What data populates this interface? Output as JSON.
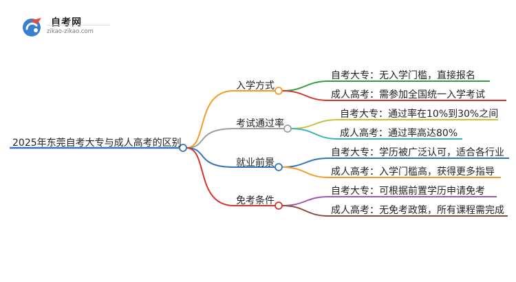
{
  "logo": {
    "title": "自考网",
    "url": "zikao-zikao.com"
  },
  "root": {
    "label": "2025年东莞自考大专与成人高考的区别"
  },
  "branches": [
    {
      "label": "入学方式",
      "color": "#f59a23",
      "children": [
        {
          "label": "自考大专：无入学门槛，直接报名",
          "color": "#2e9e3e"
        },
        {
          "label": "成人高考：需参加全国统一入学考试",
          "color": "#d9312b"
        }
      ]
    },
    {
      "label": "考试通过率",
      "color": "#9e9e9e",
      "children": [
        {
          "label": "自考大专：通过率在10%到30%之间",
          "color": "#c8c23a"
        },
        {
          "label": "成人高考：通过率高达80%",
          "color": "#36b5b0"
        }
      ]
    },
    {
      "label": "就业前景",
      "color": "#2f73b8",
      "children": [
        {
          "label": "自考大专：学历被广泛认可，适合各行业",
          "color": "#2f73b8"
        },
        {
          "label": "成人高考：入学门槛高，获得更多指导",
          "color": "#f59a23"
        }
      ]
    },
    {
      "label": "免考条件",
      "color": "#d9312b",
      "children": [
        {
          "label": "自考大专：可根据前置学历申请免考",
          "color": "#9b59b6"
        },
        {
          "label": "成人高考：无免考政策，所有课程需完成",
          "color": "#8b4a3c"
        }
      ]
    }
  ]
}
